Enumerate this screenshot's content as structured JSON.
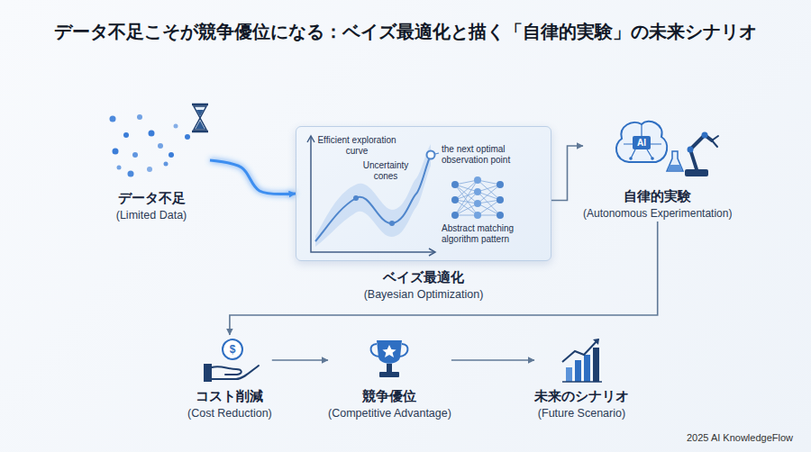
{
  "diagram": {
    "title": "データ不足こそが競争優位になる：ベイズ最適化と描く「自律的実験」の未来シナリオ",
    "nodes": [
      {
        "text": [
          "データ不足",
          "(Limited Data)"
        ]
      },
      {
        "text": [
          "ベイズ最適化",
          "(Bayesian Optimization)"
        ]
      },
      {
        "text": [
          "自律的実験",
          "(Autonomous Experimentation)"
        ]
      },
      {
        "text": [
          "コスト削減",
          "(Cost Reduction)"
        ]
      },
      {
        "text": [
          "競争優位",
          "(Competitive Advantage)"
        ]
      },
      {
        "text": [
          "未来のシナリオ",
          "(Future Scenario)"
        ]
      }
    ],
    "edges": [
      {
        "from": 0,
        "to": 1,
        "arrow": "to"
      },
      {
        "from": 1,
        "to": 2,
        "arrow": "to"
      },
      {
        "from": 2,
        "to": 3,
        "arrow": "to"
      },
      {
        "from": 3,
        "to": 4,
        "arrow": "to"
      },
      {
        "from": 4,
        "to": 5,
        "arrow": "to"
      }
    ],
    "labels": [
      "Efficient exploration curve",
      "the next optimal observation point",
      "Uncertainty cones",
      "Abstract matching algorithm pattern",
      "AI",
      "$",
      "2025 AI KnowledgeFlow"
    ]
  }
}
